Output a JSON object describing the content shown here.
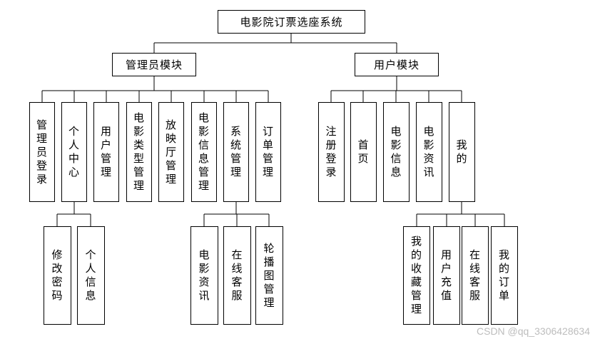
{
  "root": "电影院订票选座系统",
  "modules": {
    "admin": {
      "label": "管理员模块",
      "children": [
        "管理员登录",
        "个人中心",
        "用户管理",
        "电影类型管理",
        "放映厅管理",
        "电影信息管理",
        "系统管理",
        "订单管理"
      ],
      "personal_children": [
        "修改密码",
        "个人信息"
      ],
      "system_children": [
        "电影资讯",
        "在线客服",
        "轮播图管理"
      ]
    },
    "user": {
      "label": "用户模块",
      "children": [
        "注册登录",
        "首页",
        "电影信息",
        "电影资讯",
        "我的"
      ],
      "mine_children": [
        "我的收藏管理",
        "用户充值",
        "在线客服",
        "我的订单"
      ]
    }
  },
  "watermark": "CSDN @qq_3306428634"
}
